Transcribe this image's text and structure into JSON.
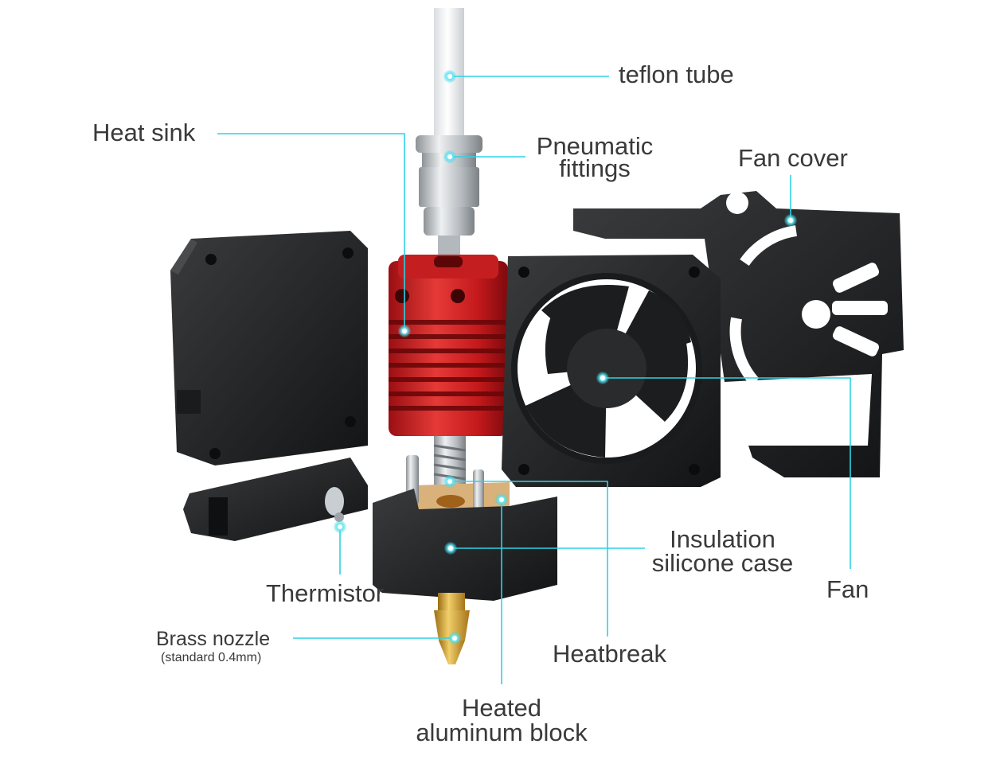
{
  "diagram": {
    "accent_color": "#2bd3e6",
    "labels": {
      "teflon_tube": "teflon tube",
      "heat_sink": "Heat sink",
      "pneumatic_line1": "Pneumatic",
      "pneumatic_line2": "fittings",
      "fan_cover": "Fan cover",
      "insulation_line1": "Insulation",
      "insulation_line2": "silicone case",
      "fan": "Fan",
      "thermistor": "Thermistor",
      "brass_nozzle": "Brass nozzle",
      "brass_nozzle_note": "(standard 0.4mm)",
      "heatbreak": "Heatbreak",
      "heated_line1": "Heated",
      "heated_line2": "aluminum block"
    },
    "parts": {
      "teflon_tube": "white-tube",
      "pneumatic_fitting": "steel-coupler",
      "heat_sink": "red-finned-heatsink",
      "heatbreak": "threaded-throat",
      "heater_block": "aluminum-block",
      "silicone_case": "black-sock",
      "nozzle": "brass-nozzle",
      "fan": "black-axial-fan",
      "fan_cover": "black-shroud",
      "side_cover": "black-plate",
      "thermistor_clip": "black-clip"
    }
  }
}
